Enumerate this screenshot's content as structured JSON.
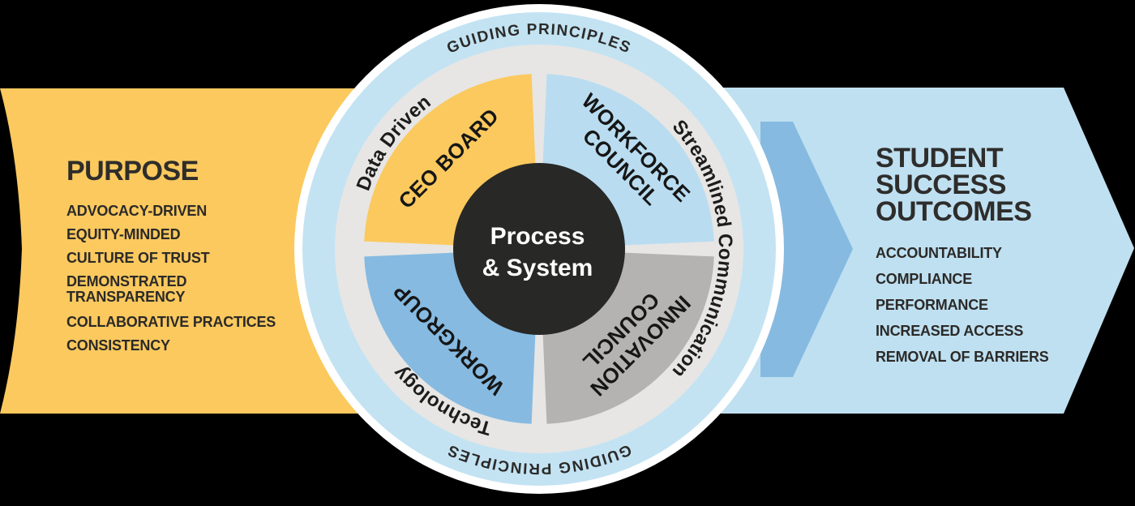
{
  "colors": {
    "background": "#000000",
    "yellow_band": "#fbc95e",
    "light_blue_band": "#bfe0f1",
    "medium_blue": "#86bae1",
    "outer_ring_blue": "#c3e3f3",
    "gray_ring": "#e7e6e4",
    "gray_quadrant": "#b4b3b2",
    "hub_dark": "#282827",
    "text_dark": "#2b2a28",
    "white": "#ffffff"
  },
  "purpose_panel": {
    "title": "PURPOSE",
    "lines": [
      "ADVOCACY-DRIVEN",
      "EQUITY-MINDED",
      "CULTURE OF TRUST",
      "DEMONSTRATED",
      "TRANSPARENCY",
      "COLLABORATIVE PRACTICES",
      "CONSISTENCY"
    ]
  },
  "outcomes_panel": {
    "title_lines": [
      "STUDENT",
      "SUCCESS",
      "OUTCOMES"
    ],
    "lines": [
      "ACCOUNTABILITY",
      "COMPLIANCE",
      "PERFORMANCE",
      "INCREASED ACCESS",
      "REMOVAL OF BARRIERS"
    ]
  },
  "hub": {
    "ring_top": "GUIDING PRINCIPLES",
    "ring_bottom": "GUIDING PRINCIPLES",
    "gray_ring": {
      "upper_left": "Data Driven",
      "right": "Streamlined Communication",
      "lower_left": "Technology"
    },
    "quadrants": [
      {
        "name": "ceo-board",
        "lines": [
          "CEO BOARD"
        ]
      },
      {
        "name": "workforce-council",
        "lines": [
          "WORKFORCE",
          "COUNCIL"
        ]
      },
      {
        "name": "innovation-council",
        "lines": [
          "INNOVATION",
          "COUNCIL"
        ]
      },
      {
        "name": "workgroup",
        "lines": [
          "WORKGROUP"
        ]
      }
    ],
    "center": {
      "line1": "Process",
      "line2": "& System"
    }
  }
}
